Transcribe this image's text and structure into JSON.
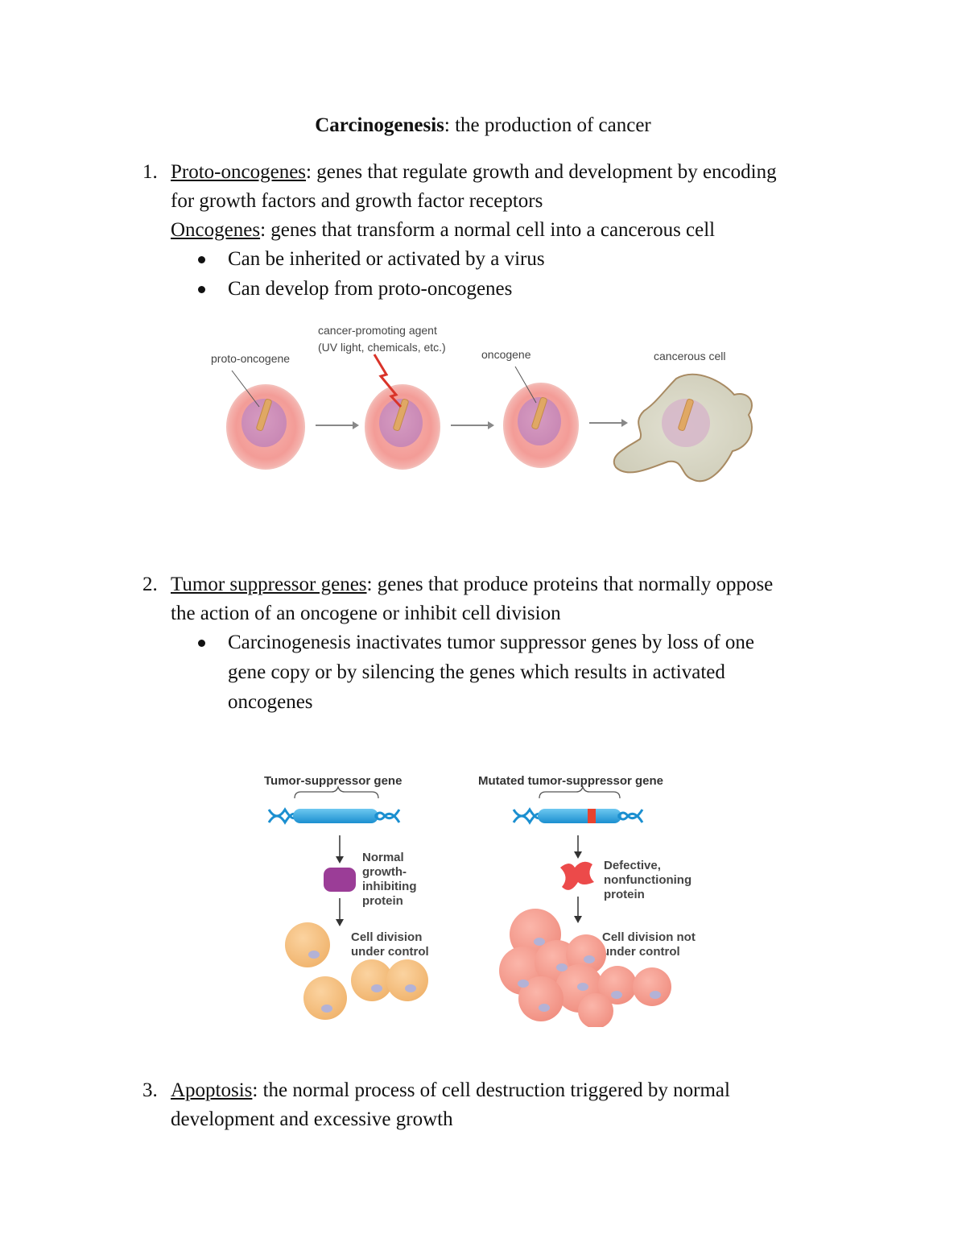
{
  "title": {
    "bold": "Carcinogenesis",
    "rest": ": the production of cancer"
  },
  "section1": {
    "number": "1.",
    "term": "Proto-oncogenes",
    "def_line1": ": genes that regulate growth and development by encoding",
    "def_line2": "for growth factors and growth factor receptors",
    "term2": "Oncogenes",
    "def2": ": genes that transform a normal cell into a cancerous cell",
    "bullets": [
      "Can be inherited or activated by a virus",
      "Can develop from proto-oncogenes"
    ]
  },
  "figure1": {
    "label_proto": "proto-oncogene",
    "label_agent_1": "cancer-promoting agent",
    "label_agent_2": "(UV light, chemicals, etc.)",
    "label_onco": "oncogene",
    "label_cancer": "cancerous cell"
  },
  "section2": {
    "number": "2.",
    "term": "Tumor suppressor genes",
    "def_line1": ": genes that produce proteins that normally oppose",
    "def_line2": "the action of an oncogene or inhibit cell division",
    "bullet_line1": "Carcinogenesis inactivates tumor suppressor genes by loss of one",
    "bullet_line2": "gene copy or by silencing the genes which results in activated",
    "bullet_line3": "oncogenes"
  },
  "figure2": {
    "left_title": "Tumor-suppressor gene",
    "right_title": "Mutated tumor-suppressor gene",
    "left_protein": [
      "Normal",
      "growth-",
      "inhibiting",
      "protein"
    ],
    "left_division": [
      "Cell division",
      "under control"
    ],
    "right_protein": [
      "Defective,",
      "nonfunctioning",
      "protein"
    ],
    "right_division": [
      "Cell division not",
      "under control"
    ]
  },
  "section3": {
    "number": "3.",
    "term": "Apoptosis",
    "def_line1": ": the normal process of cell destruction triggered by normal",
    "def_line2": "development and excessive growth"
  }
}
